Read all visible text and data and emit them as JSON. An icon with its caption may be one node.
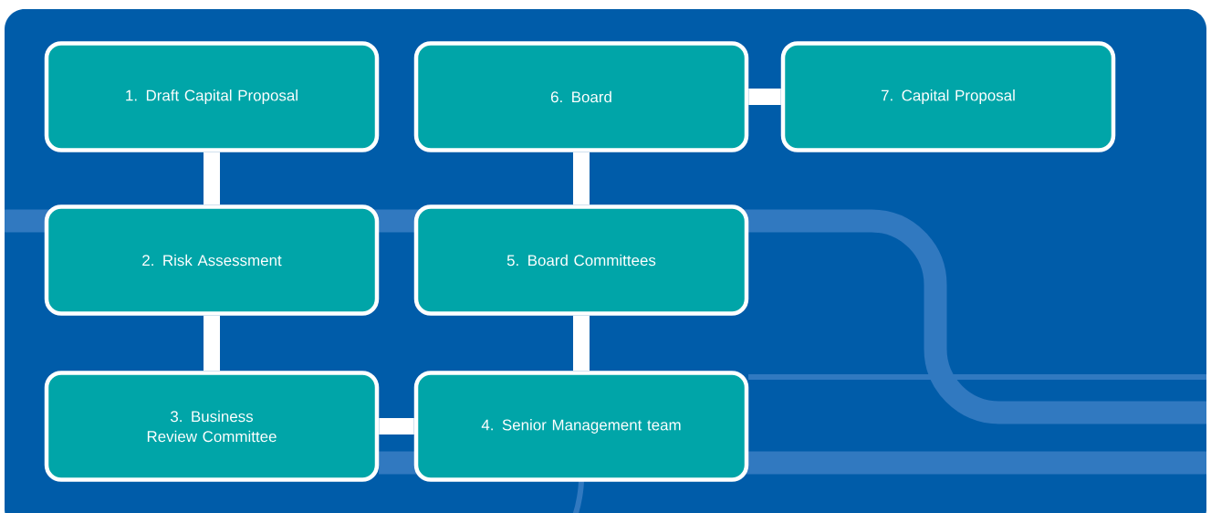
{
  "diagram": {
    "nodes": [
      {
        "text": [
          "1. Draft Capital Proposal"
        ]
      },
      {
        "text": [
          "2. Risk Assessment"
        ]
      },
      {
        "text": [
          "3. Business Review Committee"
        ]
      },
      {
        "text": [
          "4. Senior Management team"
        ]
      },
      {
        "text": [
          "5. Board Committees"
        ]
      },
      {
        "text": [
          "6. Board"
        ]
      },
      {
        "text": [
          "7. Capital Proposal"
        ]
      }
    ],
    "edges": [
      {
        "from": 0,
        "to": 1,
        "arrow": "none"
      },
      {
        "from": 1,
        "to": 2,
        "arrow": "none"
      },
      {
        "from": 2,
        "to": 3,
        "arrow": "none"
      },
      {
        "from": 3,
        "to": 4,
        "arrow": "none"
      },
      {
        "from": 4,
        "to": 5,
        "arrow": "none"
      },
      {
        "from": 5,
        "to": 6,
        "arrow": "none"
      }
    ]
  }
}
